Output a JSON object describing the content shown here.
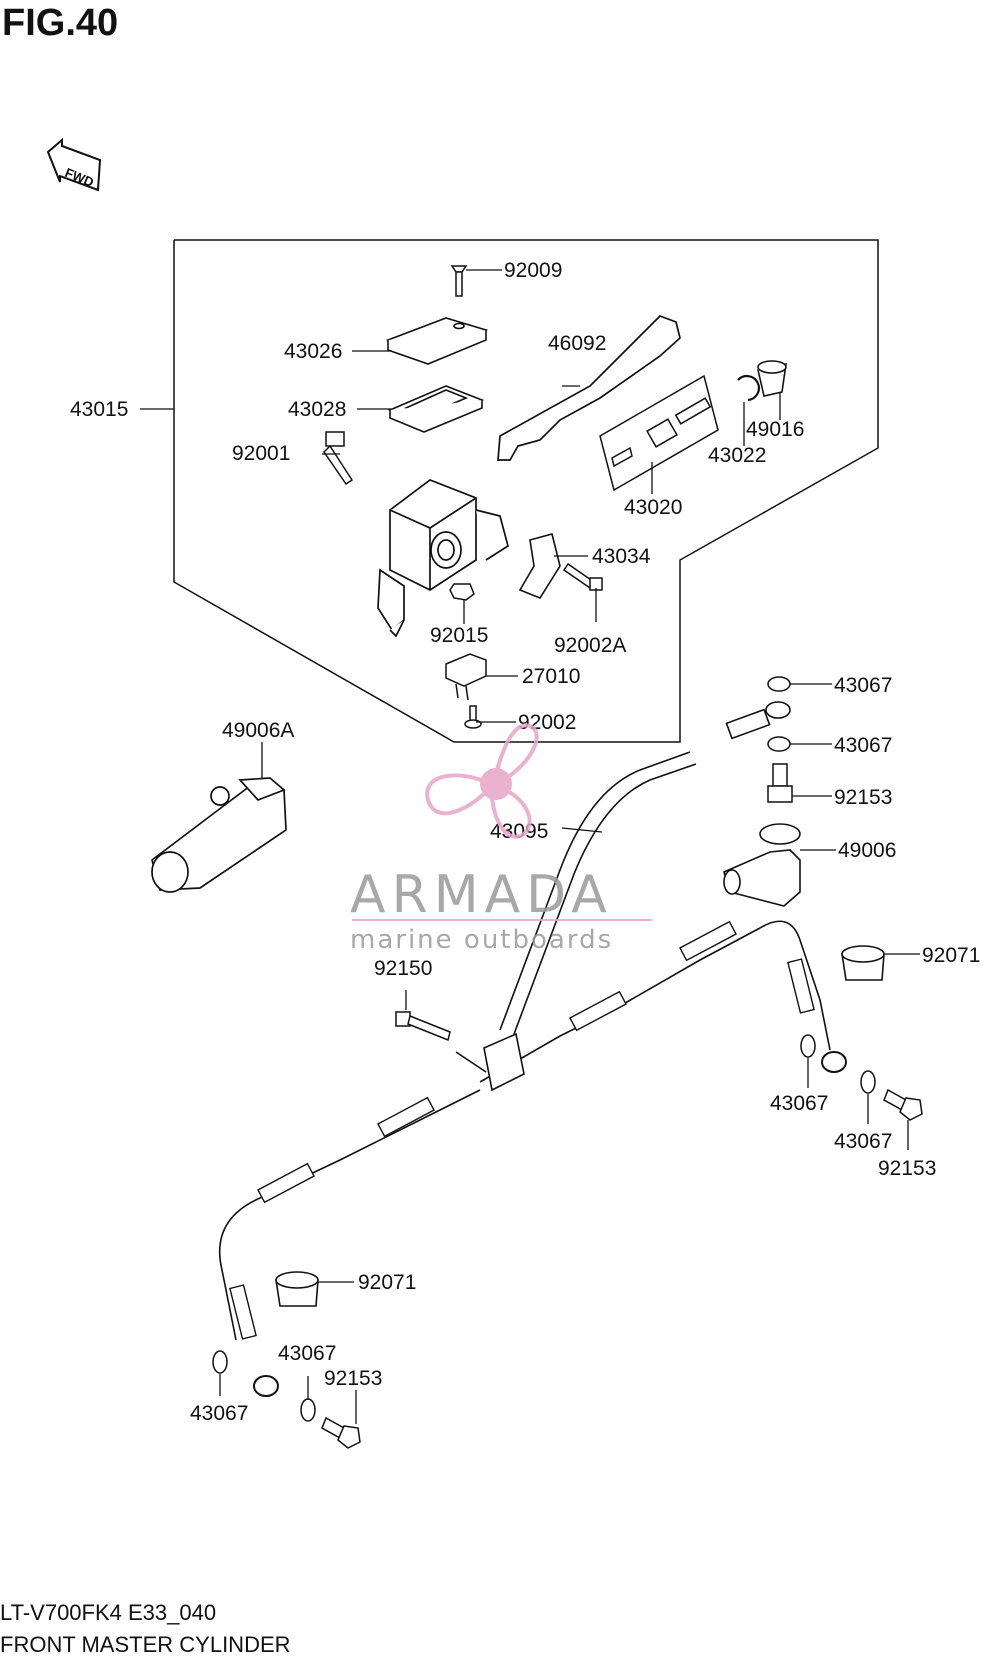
{
  "figure": {
    "title": "FIG.40",
    "fwd_label": "FWD",
    "code": "LT-V700FK4 E33_040",
    "name": "FRONT MASTER CYLINDER"
  },
  "watermark": {
    "brand": "ARMADA",
    "tagline": "marine outboards",
    "color": "#e8a5c8"
  },
  "parts": {
    "p92009": "92009",
    "p43026": "43026",
    "p46092": "46092",
    "p43015": "43015",
    "p43028": "43028",
    "p49016": "49016",
    "p92001": "92001",
    "p43022": "43022",
    "p43020": "43020",
    "p43034": "43034",
    "p92015": "92015",
    "p92002A": "92002A",
    "p27010": "27010",
    "p92002": "92002",
    "p49006A": "49006A",
    "p43067a": "43067",
    "p43067b": "43067",
    "p92153a": "92153",
    "p43095": "43095",
    "p49006": "49006",
    "p92150": "92150",
    "p92071a": "92071",
    "p43067c": "43067",
    "p43067d": "43067",
    "p92153b": "92153",
    "p92071b": "92071",
    "p43067e": "43067",
    "p92153c": "92153",
    "p43067f": "43067"
  }
}
